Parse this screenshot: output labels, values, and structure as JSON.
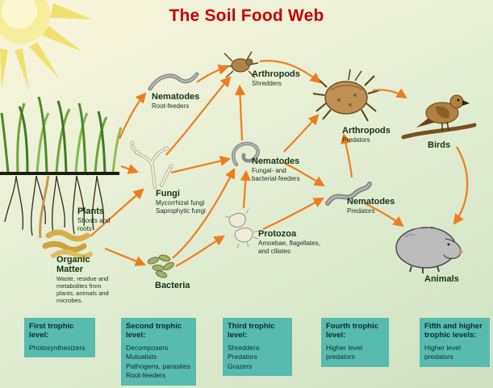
{
  "title": "The Soil Food Web",
  "colors": {
    "title": "#c80000",
    "arrow": "#ee7d1d",
    "trophic_box": "#57bbae"
  },
  "nodes": {
    "plants": {
      "name": "Plants",
      "desc": "Shoots and roots"
    },
    "organic_matter": {
      "name": "Organic Matter",
      "desc": "Waste, residue and metabolites from plants, animals and microbes."
    },
    "nematodes_root_feeders": {
      "name": "Nematodes",
      "desc": "Root-feeders"
    },
    "arthropods_shredders": {
      "name": "Arthropods",
      "desc": "Shredders"
    },
    "arthropods_predators": {
      "name": "Arthropods",
      "desc": "Predators"
    },
    "birds": {
      "name": "Birds"
    },
    "fungi": {
      "name": "Fungi",
      "desc": "Mycorrhizal fungi\nSaprophytic fungi"
    },
    "nematodes_fungal_bacterial": {
      "name": "Nematodes",
      "desc": "Fungal- and bacterial-feeders"
    },
    "nematodes_predators": {
      "name": "Nematodes",
      "desc": "Predators"
    },
    "protozoa": {
      "name": "Protozoa",
      "desc": "Amoebae, flagellates, and ciliates"
    },
    "bacteria": {
      "name": "Bacteria"
    },
    "animals": {
      "name": "Animals"
    }
  },
  "trophic_levels": [
    {
      "title": "First trophic level:",
      "items": [
        "Photosynthesizers"
      ]
    },
    {
      "title": "Second trophic level:",
      "items": [
        "Decomposers",
        "Mutualists",
        "Pathogens, parasites",
        "Root-feeders"
      ]
    },
    {
      "title": "Third trophic level:",
      "items": [
        "Shredders",
        "Predators",
        "Grazers"
      ]
    },
    {
      "title": "Fourth trophic level:",
      "items": [
        "Higher level predators"
      ]
    },
    {
      "title": "Fifth and higher trophic levels:",
      "items": [
        "Higher level predators"
      ]
    }
  ]
}
